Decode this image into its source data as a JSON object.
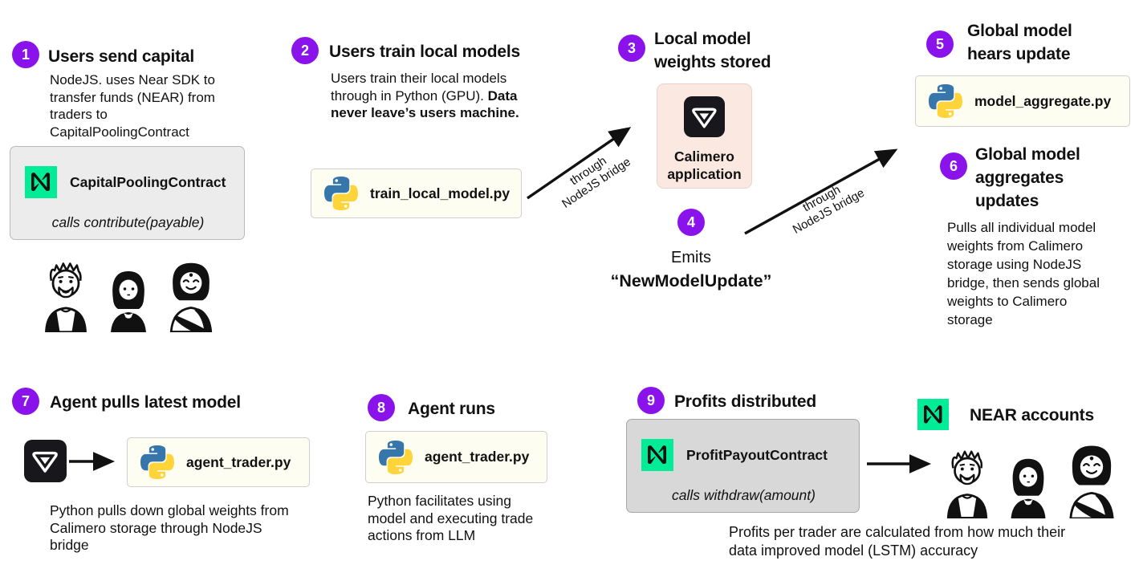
{
  "colors": {
    "accent_purple": "#8A12EA",
    "near_green": "#00EC97",
    "calimero_card_bg": "#FBE9E1",
    "contract_card_bg": "#ECECEC",
    "profit_card_bg": "#D8D8D8",
    "python_card_bg": "#FDFDF2"
  },
  "steps": {
    "s1": {
      "num": "1",
      "title": "Users send capital",
      "desc": "NodeJS. uses Near SDK to transfer funds (NEAR) from traders to CapitalPoolingContract"
    },
    "s2": {
      "num": "2",
      "title": "Users train local models",
      "desc_normal": "Users train their local models through in Python (GPU). ",
      "desc_bold": "Data never leave’s users machine."
    },
    "s3": {
      "num": "3",
      "title": "Local model weights stored"
    },
    "s4": {
      "num": "4",
      "line1": "Emits",
      "line2": "“NewModelUpdate”"
    },
    "s5": {
      "num": "5",
      "title": "Global model hears update"
    },
    "s6": {
      "num": "6",
      "title": "Global model aggregates updates",
      "desc": "Pulls all individual model weights from Calimero storage using NodeJS bridge, then sends global weights to Calimero storage"
    },
    "s7": {
      "num": "7",
      "title": "Agent pulls latest model",
      "desc": "Python pulls down global weights from Calimero storage through NodeJS bridge"
    },
    "s8": {
      "num": "8",
      "title": "Agent runs",
      "desc": "Python facilitates using model and executing trade actions from LLM"
    },
    "s9": {
      "num": "9",
      "title": "Profits distributed",
      "desc": "Profits per trader are calculated from how much their data improved model (LSTM) accuracy"
    }
  },
  "cards": {
    "capital_pooling": {
      "label": "CapitalPoolingContract",
      "sub": "calls contribute(payable)"
    },
    "train_local_model": {
      "label": "train_local_model.py"
    },
    "calimero_app": {
      "label": "Calimero application"
    },
    "model_aggregate": {
      "label": "model_aggregate.py"
    },
    "agent_trader_pull": {
      "label": "agent_trader.py"
    },
    "agent_trader_run": {
      "label": "agent_trader.py"
    },
    "profit_payout": {
      "label": "ProfitPayoutContract",
      "sub": "calls withdraw(amount)"
    }
  },
  "near_accounts": {
    "title": "NEAR accounts"
  },
  "arrow_label": {
    "line1": "through",
    "line2": "NodeJS bridge"
  }
}
